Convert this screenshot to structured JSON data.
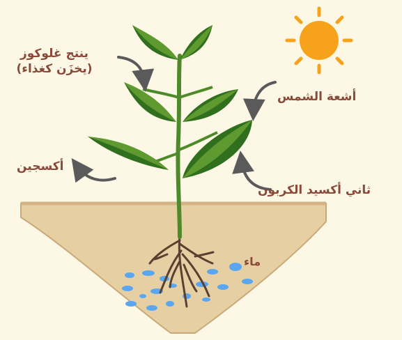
{
  "labels": {
    "glucose_line1": "ينتج غلوكوز",
    "glucose_line2": "(يخزَن كغذاء)",
    "sunlight": "أشعة الشمس",
    "oxygen": "أكسجين",
    "co2": "ثاني أكسيد الكربون",
    "water": "ماء"
  },
  "colors": {
    "background": "#fdf8e6",
    "soil": "#e6cfa3",
    "soil_edge": "#c9a978",
    "leaf_dark": "#2f6f1e",
    "leaf_light": "#5e9a2f",
    "stem": "#4f8a2a",
    "sun": "#f7a21b",
    "root": "#5a4030",
    "water_drop": "#5aa6f0",
    "arrow": "#5a5a5a",
    "text": "#8a4a3a"
  }
}
